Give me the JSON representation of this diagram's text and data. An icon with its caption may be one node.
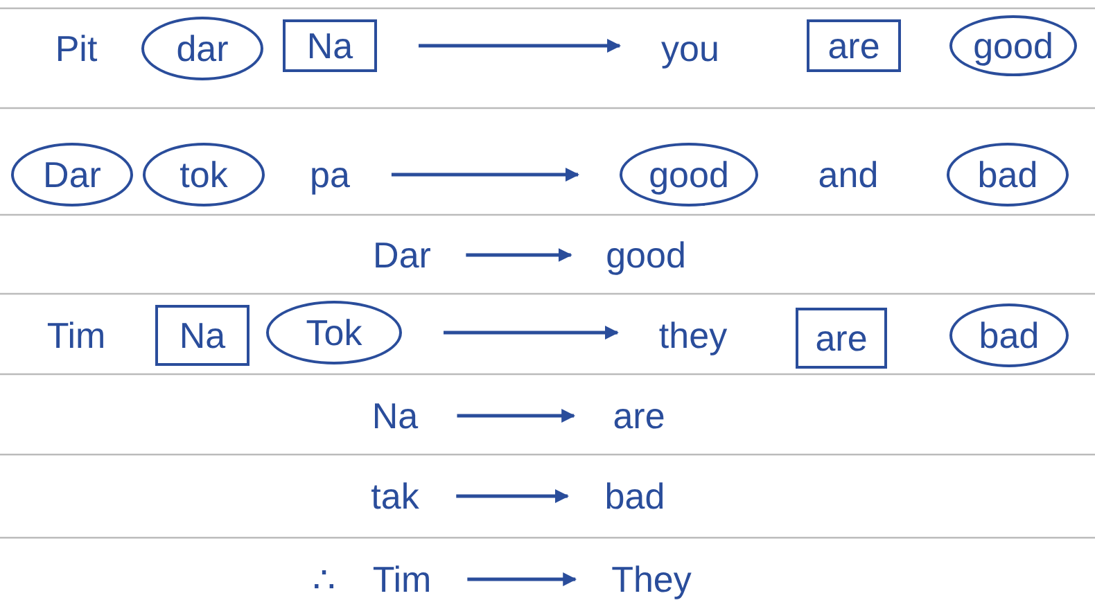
{
  "diagram": {
    "nodes": [
      {
        "text": [
          "Pit"
        ]
      },
      {
        "text": [
          "dar"
        ]
      },
      {
        "text": [
          "Na"
        ]
      },
      {
        "text": [
          "you"
        ]
      },
      {
        "text": [
          "are"
        ]
      },
      {
        "text": [
          "good"
        ]
      },
      {
        "text": [
          "Dar"
        ]
      },
      {
        "text": [
          "tok"
        ]
      },
      {
        "text": [
          "pa"
        ]
      },
      {
        "text": [
          "good"
        ]
      },
      {
        "text": [
          "and"
        ]
      },
      {
        "text": [
          "bad"
        ]
      },
      {
        "text": [
          "Dar"
        ]
      },
      {
        "text": [
          "good"
        ]
      },
      {
        "text": [
          "Tim"
        ]
      },
      {
        "text": [
          "Na"
        ]
      },
      {
        "text": [
          "Tok"
        ]
      },
      {
        "text": [
          "they"
        ]
      },
      {
        "text": [
          "are"
        ]
      },
      {
        "text": [
          "bad"
        ]
      },
      {
        "text": [
          "Na"
        ]
      },
      {
        "text": [
          "are"
        ]
      },
      {
        "text": [
          "tak"
        ]
      },
      {
        "text": [
          "bad"
        ]
      },
      {
        "text": [
          "Tim"
        ]
      },
      {
        "text": [
          "They"
        ]
      }
    ],
    "edges": [
      {
        "from": 2,
        "to": 3,
        "arrow": "to"
      },
      {
        "from": 8,
        "to": 9,
        "arrow": "to"
      },
      {
        "from": 12,
        "to": 13,
        "arrow": "to"
      },
      {
        "from": 16,
        "to": 17,
        "arrow": "to"
      },
      {
        "from": 20,
        "to": 21,
        "arrow": "to"
      },
      {
        "from": 22,
        "to": 23,
        "arrow": "to"
      },
      {
        "from": 24,
        "to": 25,
        "arrow": "to"
      }
    ],
    "labels": [
      "∴"
    ]
  }
}
